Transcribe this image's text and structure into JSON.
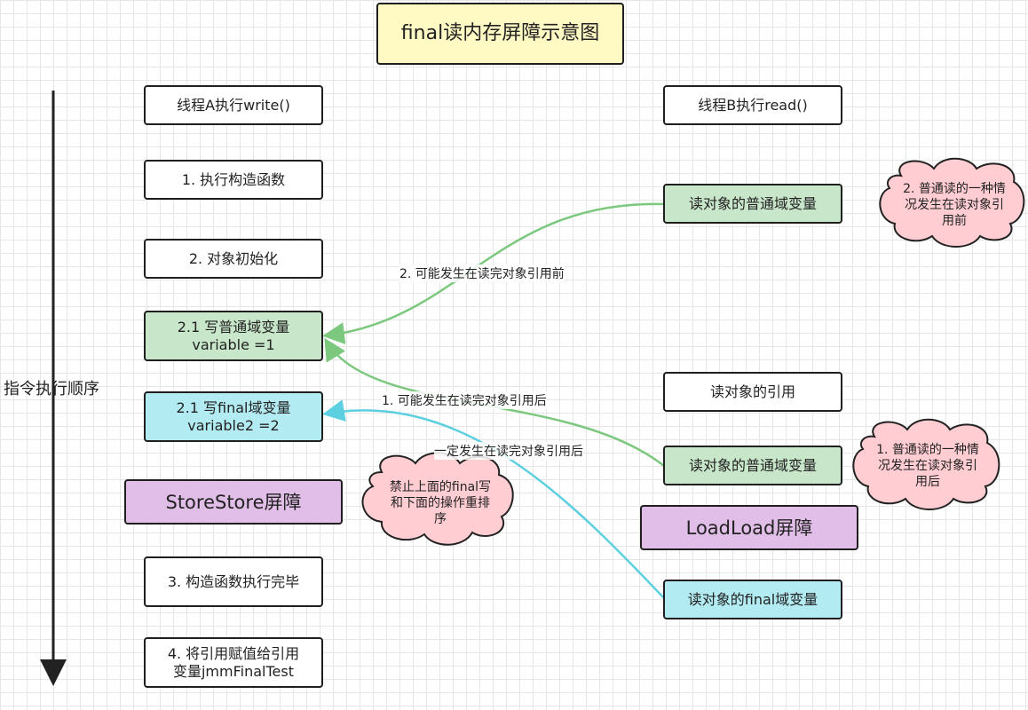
{
  "title": "final读内存屏障示意图",
  "side_label": "指令执行顺序",
  "thread_a": {
    "header": "线程A执行write()",
    "steps": [
      "1. 执行构造函数",
      "2. 对象初始化",
      "2.1 写普通域变量\nvariable =1",
      "2.1 写final域变量\nvariable2 =2",
      "StoreStore屏障",
      "3. 构造函数执行完毕",
      "4. 将引用赋值给引用\n变量jmmFinalTest"
    ]
  },
  "thread_b": {
    "header": "线程B执行read()",
    "steps": [
      "读对象的普通域变量",
      "读对象的引用",
      "读对象的普通域变量",
      "LoadLoad屏障",
      "读对象的final域变量"
    ]
  },
  "arrows": {
    "before": "2. 可能发生在读完对象引用前",
    "after": "1. 可能发生在读完对象引用后",
    "final": "一定发生在读完对象引用后"
  },
  "clouds": {
    "store_note": "禁止上面的final写\n和下面的操作重排\n序",
    "before_note": "2. 普通读的一种情\n况发生在读对象引\n用前",
    "after_note": "1. 普通读的一种情\n况发生在读对象引\n用后"
  },
  "colors": {
    "normal_field": "#c8e6c9",
    "final_field": "#b2ebf2",
    "barrier": "#e1bee7",
    "title": "#fff9c4",
    "cloud": "#ffcdd2",
    "green_arrow": "#7bc87e",
    "cyan_arrow": "#5ccfe0"
  }
}
